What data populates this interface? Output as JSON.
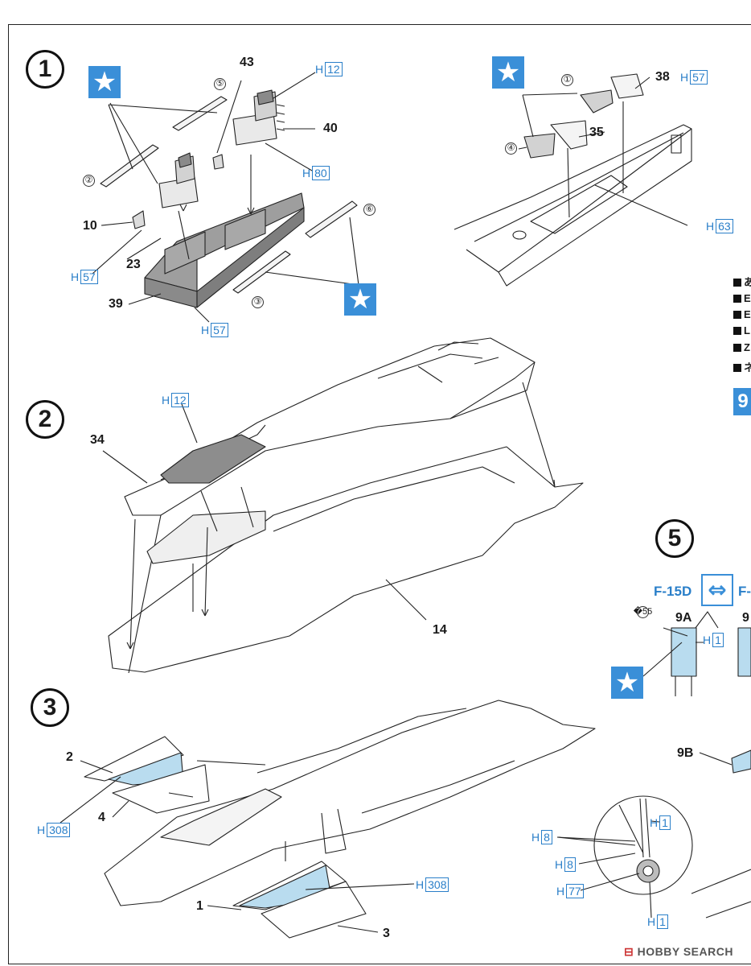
{
  "steps": [
    "1",
    "2",
    "3",
    "5"
  ],
  "star_glyph": "★",
  "arrow_glyph": "⇔",
  "colors": {
    "accent_blue": "#3a8fd8",
    "part_fill": "#b9dcef",
    "text_blue": "#2a7fc9"
  },
  "step1": {
    "parts": [
      "43",
      "40",
      "10",
      "23",
      "39"
    ],
    "sheets": [
      "⑤",
      "②",
      "⑥",
      "③"
    ],
    "codes": [
      {
        "prefix": "H",
        "num": "12"
      },
      {
        "prefix": "H",
        "num": "80"
      },
      {
        "prefix": "H",
        "num": "57"
      },
      {
        "prefix": "H",
        "num": "57"
      }
    ]
  },
  "step1b": {
    "parts": [
      "38",
      "35"
    ],
    "sheets": [
      "①",
      "④"
    ],
    "codes": [
      {
        "prefix": "H",
        "num": "57"
      },
      {
        "prefix": "H",
        "num": "63"
      }
    ]
  },
  "step2": {
    "parts": [
      "34",
      "14"
    ],
    "codes": [
      {
        "prefix": "H",
        "num": "12"
      }
    ]
  },
  "step3": {
    "parts": [
      "2",
      "4",
      "1",
      "3"
    ],
    "codes": [
      {
        "prefix": "H",
        "num": "308"
      },
      {
        "prefix": "H",
        "num": "308"
      }
    ]
  },
  "step5": {
    "variant_left": "F-15D",
    "variant_right": "F-",
    "sheet": "�55",
    "parts": [
      "9A",
      "9",
      "9B"
    ],
    "codes": [
      {
        "prefix": "H",
        "num": "1"
      },
      {
        "prefix": "H",
        "num": "1"
      },
      {
        "prefix": "H",
        "num": "8"
      },
      {
        "prefix": "H",
        "num": "8"
      },
      {
        "prefix": "H",
        "num": "77"
      },
      {
        "prefix": "H",
        "num": "1"
      }
    ]
  },
  "legend": {
    "items": [
      "あ",
      "E",
      "E",
      "L",
      "Z",
      "ネ"
    ],
    "badge": "9"
  },
  "watermark": {
    "icon": "⊟",
    "text": "HOBBY SEARCH"
  }
}
